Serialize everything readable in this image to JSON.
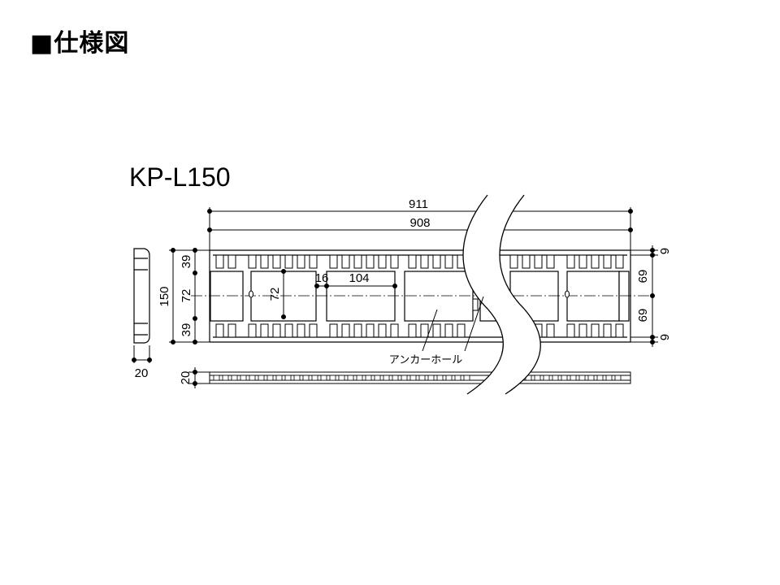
{
  "header": {
    "title": "■仕様図"
  },
  "model": {
    "name": "KP-L150"
  },
  "dimensions": {
    "overall_length": "911",
    "inner_length": "908",
    "height_total": "150",
    "top_band": "39",
    "middle_band": "72",
    "bottom_band": "39",
    "cell_height": "72",
    "gap": "16",
    "cell_width": "104",
    "right_upper": "69",
    "right_lower": "69",
    "right_edge_top": "6",
    "right_edge_bottom": "6",
    "side_thickness": "20",
    "bottom_thickness": "20"
  },
  "labels": {
    "anchor_hole": "アンカーホール"
  },
  "colors": {
    "line": "#000000",
    "background": "#ffffff"
  }
}
